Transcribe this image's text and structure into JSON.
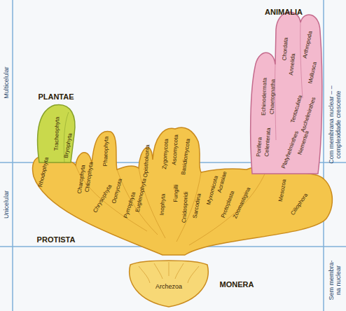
{
  "diagram": {
    "nodes": [
      {
        "text": [
          "ANIMALIA",
          "Porifera",
          "Celenterata",
          "Echinodermata",
          "Chaetognatha",
          "Chordata",
          "Annelida",
          "Arthropoda",
          "Mollusca",
          "Tentaculata",
          "Aschelminthes",
          "Nemertea",
          "Platyhelminthes"
        ]
      },
      {
        "text": [
          "PLANTAE",
          "Tracheophyta",
          "Bryophyta"
        ]
      },
      {
        "text": [
          "PROTISTA",
          "Rhodophyta",
          "Charophyta",
          "Chlorophyta",
          "Phaeophyta",
          "Chrysophyta",
          "Oomycota",
          "Pyrrophyta",
          "Euglenophyta",
          "Opisthokonta",
          "Zygomycota",
          "Ascomycota",
          "Basidiomycota",
          "Inophyta",
          "Fungilli",
          "Cnidosporidi",
          "Sarcodina",
          "Myxomicota",
          "Acrasiae",
          "Protoplasta",
          "Zoomastigina",
          "Mesozoa",
          "Ciliophora"
        ]
      },
      {
        "text": [
          "MONERA",
          "Archezoa"
        ]
      }
    ],
    "labels": [
      "Multicelular",
      "Unicelular",
      "Com membrana nuclear – – complexidade crescente",
      "Sem membra- na nuclear"
    ]
  }
}
